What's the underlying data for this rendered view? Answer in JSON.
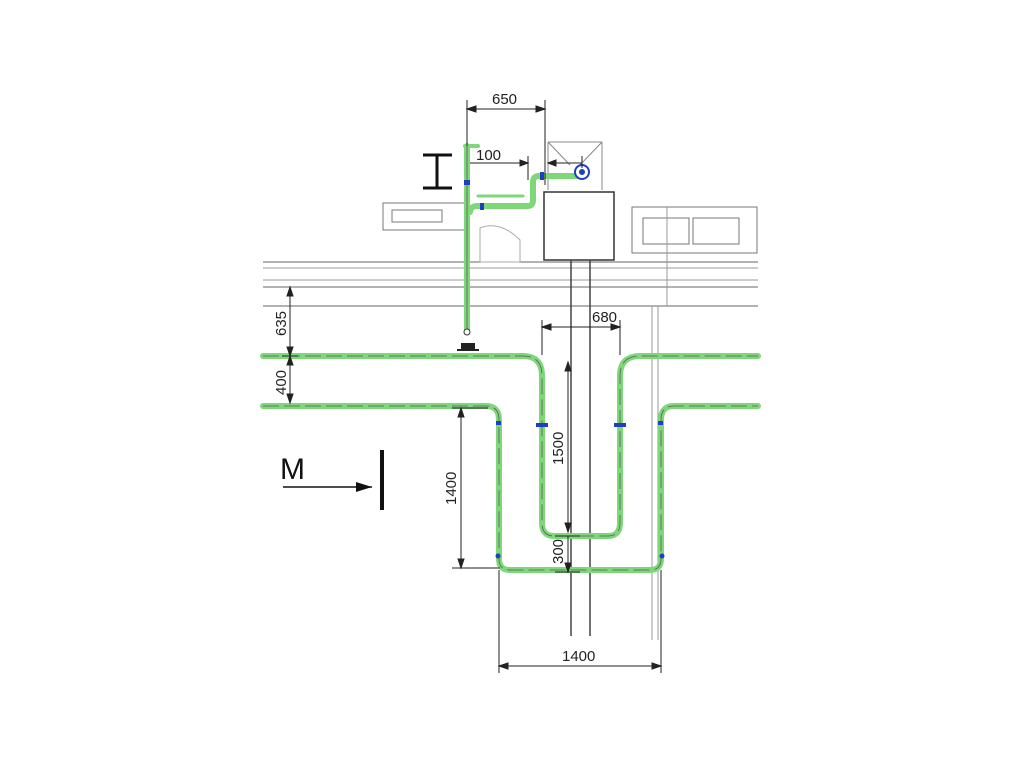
{
  "drawing": {
    "dimensions": {
      "top_width": "650",
      "top_offset": "100",
      "bay_width": "680",
      "vertical_gap_upper": "635",
      "vertical_gap_lower": "400",
      "loop_inner_height": "1500",
      "loop_outer_height": "1400",
      "loop_bottom_offset": "300",
      "loop_bottom_width": "1400"
    },
    "section_marker": "M",
    "colors": {
      "pipe": "#7ed87a",
      "pipe_dark": "#4caf50",
      "structure": "#555555",
      "structure_light": "#9a9a9a",
      "valve": "#1f3fbf",
      "dimension": "#222222"
    }
  }
}
